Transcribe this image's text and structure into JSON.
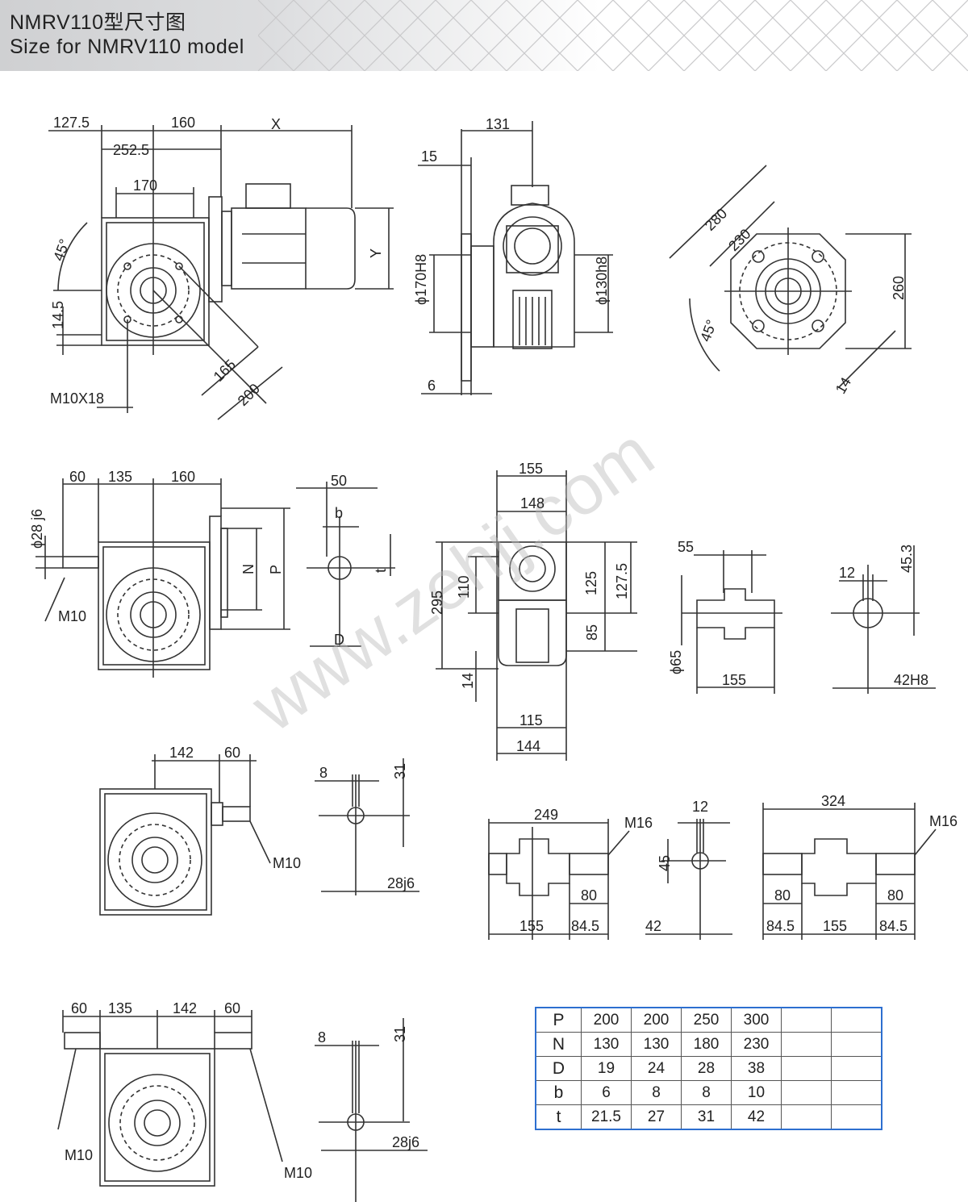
{
  "header": {
    "title_cn": "NMRV110型尺寸图",
    "title_en": "Size for NMRV110 model"
  },
  "watermark": "www.zehjj.com",
  "colors": {
    "line": "#333333",
    "table_border": "#2d6fd0",
    "header_grey": "#cfd0d2"
  },
  "view1": {
    "d1": "127.5",
    "d2": "160",
    "d3": "X",
    "d4": "252.5",
    "d5": "170",
    "d6": "Y",
    "angle": "45°",
    "d7": "14.5",
    "d8": "165",
    "d9": "200",
    "thread": "M10X18"
  },
  "view2": {
    "d1": "131",
    "d2": "15",
    "d3": "ϕ170H8",
    "d4": "ϕ130h8",
    "d5": "6"
  },
  "view3": {
    "d1": "280",
    "d2": "230",
    "d3": "260",
    "angle": "45°",
    "d4": "14"
  },
  "view4": {
    "d1": "60",
    "d2": "135",
    "d3": "160",
    "shaft": "ϕ28 j6",
    "thread": "M10",
    "n": "N",
    "p": "P"
  },
  "view5": {
    "d1": "50",
    "b": "b",
    "t": "t",
    "d": "D"
  },
  "view6": {
    "d1": "155",
    "d2": "148",
    "d3": "295",
    "d4": "110",
    "d5": "125",
    "d6": "127.5",
    "d7": "85",
    "d8": "14",
    "d9": "115",
    "d10": "144"
  },
  "view7": {
    "d1": "55",
    "d2": "ϕ65",
    "d3": "155"
  },
  "view8": {
    "d1": "12",
    "d2": "45.3",
    "d3": "42H8"
  },
  "view9": {
    "d1": "142",
    "d2": "60",
    "thread": "M10"
  },
  "view10": {
    "d1": "8",
    "d2": "31",
    "d3": "28j6"
  },
  "view11": {
    "d1": "249",
    "thread": "M16",
    "d2": "80",
    "d3": "155",
    "d4": "84.5"
  },
  "view12": {
    "d1": "12",
    "d2": "45",
    "d3": "42"
  },
  "view13": {
    "d1": "324",
    "thread": "M16",
    "d2": "80",
    "d3": "80",
    "d4": "84.5",
    "d5": "155",
    "d6": "84.5"
  },
  "view14": {
    "d1": "60",
    "d2": "135",
    "d3": "142",
    "d4": "60",
    "thread1": "M10",
    "thread2": "M10"
  },
  "view15": {
    "d1": "8",
    "d2": "31",
    "d3": "28j6"
  },
  "table": {
    "rows": [
      {
        "label": "P",
        "values": [
          "200",
          "200",
          "250",
          "300",
          "",
          ""
        ]
      },
      {
        "label": "N",
        "values": [
          "130",
          "130",
          "180",
          "230",
          "",
          ""
        ]
      },
      {
        "label": "D",
        "values": [
          "19",
          "24",
          "28",
          "38",
          "",
          ""
        ]
      },
      {
        "label": "b",
        "values": [
          "6",
          "8",
          "8",
          "10",
          "",
          ""
        ]
      },
      {
        "label": "t",
        "values": [
          "21.5",
          "27",
          "31",
          "42",
          "",
          ""
        ]
      }
    ]
  }
}
